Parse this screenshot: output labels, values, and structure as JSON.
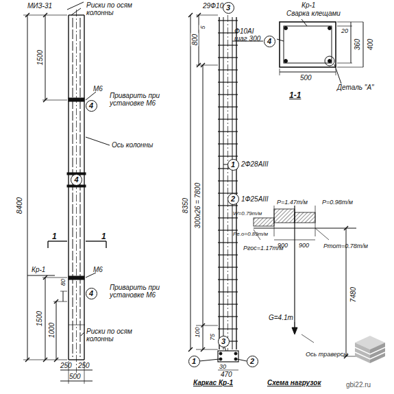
{
  "diagram": {
    "nodes": [
      {
        "text": [
          "4"
        ]
      },
      {
        "text": [
          "4"
        ]
      },
      {
        "text": [
          "4"
        ]
      },
      {
        "text": [
          "3"
        ]
      },
      {
        "text": [
          "4"
        ]
      },
      {
        "text": [
          "1"
        ]
      },
      {
        "text": [
          "2"
        ]
      },
      {
        "text": [
          "3"
        ]
      },
      {
        "text": [
          "1"
        ]
      },
      {
        "text": [
          "2"
        ]
      }
    ],
    "labels": [
      "МИЗ-31",
      "Риски по осям колонны",
      "1500",
      "М6",
      "Приварить при установке М6",
      "Ось колонны",
      "8400",
      "Кр-1",
      "1",
      "1",
      "М6",
      "Приварить при установке М6",
      "80",
      "1000",
      "1500",
      "Риски по осям колонны",
      "250",
      "250",
      "500",
      "29Ф10АI",
      "800",
      "5",
      "Ф10АI шаг 300",
      "2Ф28АIII",
      "1Ф25АIII",
      "8350",
      "300х26 = 7800",
      "100",
      "75",
      "30",
      "470",
      "Каркас Кр-1",
      "Кр-1",
      "Сварка клещами",
      "20",
      "360",
      "400",
      "500",
      "Деталь \"А\"",
      "1-1",
      "P=1.47т/м",
      "P=0.98т/м",
      "W=0.79т/м",
      "Pe.o=0.89т/м",
      "Pгос=1.17т/м",
      "900",
      "900",
      "Pтот=0.78т/м",
      "7480",
      "G=4.1т",
      "Ось траверсы",
      "Схема нагрузок",
      "gbi22.ru"
    ]
  }
}
